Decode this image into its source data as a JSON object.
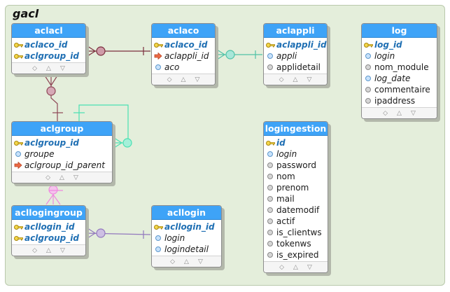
{
  "schema": {
    "title": "gacl"
  },
  "tables": {
    "aclacl": {
      "title": "aclacl",
      "columns": [
        {
          "name": "aclaco_id",
          "kind": "pk"
        },
        {
          "name": "aclgroup_id",
          "kind": "pk"
        }
      ]
    },
    "aclaco": {
      "title": "aclaco",
      "columns": [
        {
          "name": "aclaco_id",
          "kind": "pk"
        },
        {
          "name": "aclappli_id",
          "kind": "fk"
        },
        {
          "name": "aco",
          "kind": "idx"
        }
      ]
    },
    "aclappli": {
      "title": "aclappli",
      "columns": [
        {
          "name": "aclappli_id",
          "kind": "pk"
        },
        {
          "name": "appli",
          "kind": "idx"
        },
        {
          "name": "applidetail",
          "kind": "col"
        }
      ]
    },
    "log": {
      "title": "log",
      "columns": [
        {
          "name": "log_id",
          "kind": "pk"
        },
        {
          "name": "login",
          "kind": "idx"
        },
        {
          "name": "nom_module",
          "kind": "col"
        },
        {
          "name": "log_date",
          "kind": "idx"
        },
        {
          "name": "commentaire",
          "kind": "col"
        },
        {
          "name": "ipaddress",
          "kind": "col"
        }
      ]
    },
    "aclgroup": {
      "title": "aclgroup",
      "columns": [
        {
          "name": "aclgroup_id",
          "kind": "pk"
        },
        {
          "name": "groupe",
          "kind": "idx"
        },
        {
          "name": "aclgroup_id_parent",
          "kind": "fk"
        }
      ]
    },
    "logingestion": {
      "title": "logingestion",
      "columns": [
        {
          "name": "id",
          "kind": "pk"
        },
        {
          "name": "login",
          "kind": "idx"
        },
        {
          "name": "password",
          "kind": "col"
        },
        {
          "name": "nom",
          "kind": "col"
        },
        {
          "name": "prenom",
          "kind": "col"
        },
        {
          "name": "mail",
          "kind": "col"
        },
        {
          "name": "datemodif",
          "kind": "col"
        },
        {
          "name": "actif",
          "kind": "col"
        },
        {
          "name": "is_clientws",
          "kind": "col"
        },
        {
          "name": "tokenws",
          "kind": "col"
        },
        {
          "name": "is_expired",
          "kind": "col"
        }
      ]
    },
    "acllogingroup": {
      "title": "acllogingroup",
      "columns": [
        {
          "name": "acllogin_id",
          "kind": "pk"
        },
        {
          "name": "aclgroup_id",
          "kind": "pk"
        }
      ]
    },
    "acllogin": {
      "title": "acllogin",
      "columns": [
        {
          "name": "acllogin_id",
          "kind": "pk"
        },
        {
          "name": "login",
          "kind": "idx"
        },
        {
          "name": "logindetail",
          "kind": "idx"
        }
      ]
    }
  },
  "relation_colors": {
    "aclacl_aclaco": "#7a2e3c",
    "aclacl_aclgroup": "#8e4756",
    "aclaco_aclappli": "#4fc2a7",
    "aclgroup_self": "#49e0b2",
    "acllogingroup_aclgroup": "#ef88df",
    "acllogingroup_acllogin": "#9278bd"
  }
}
